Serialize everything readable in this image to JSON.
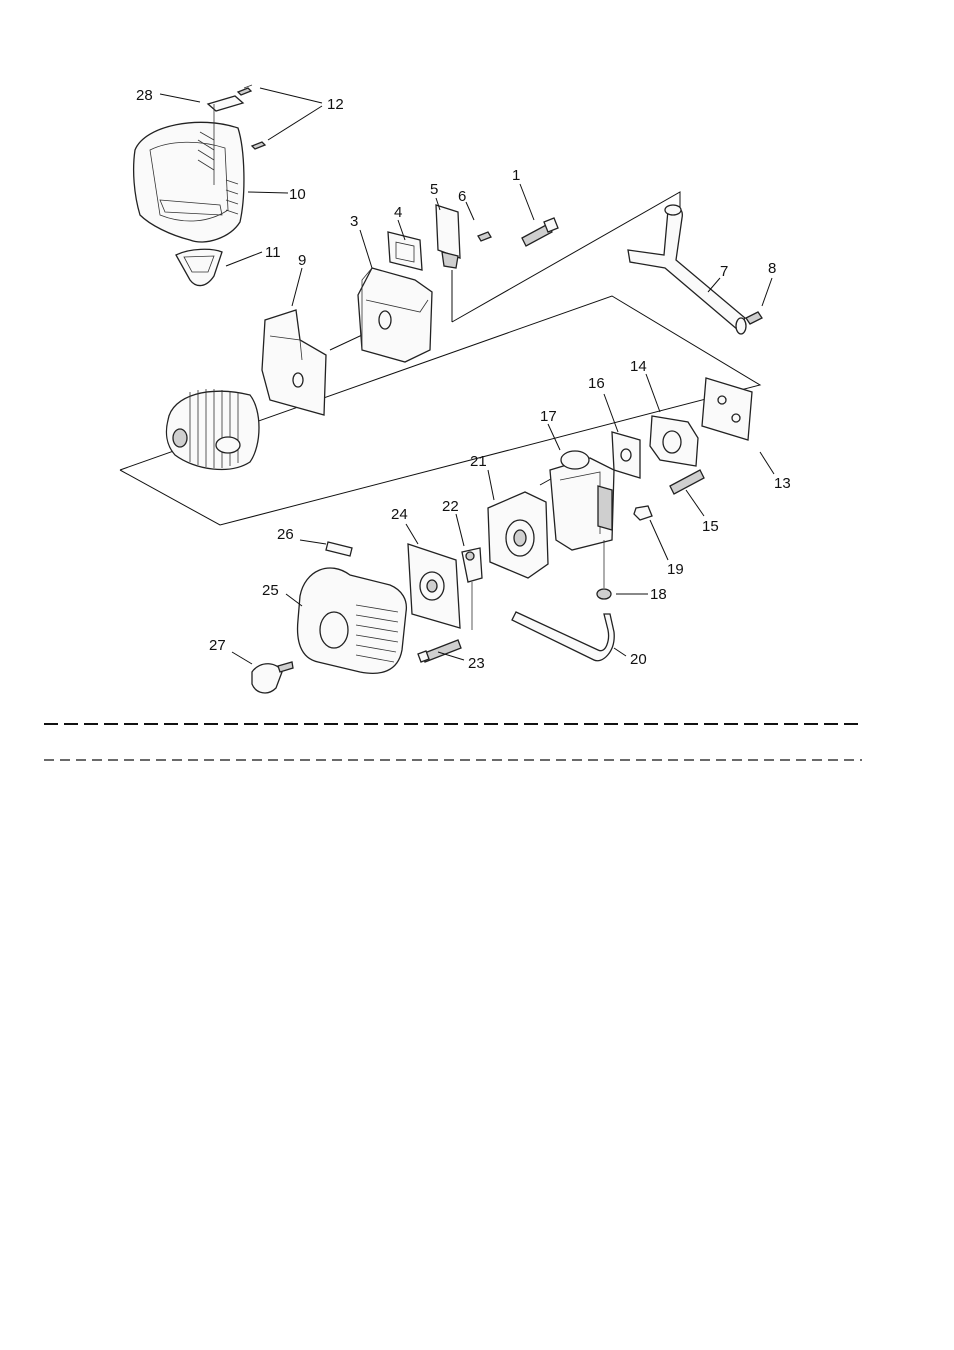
{
  "callouts": {
    "c1": "1",
    "c3": "3",
    "c4": "4",
    "c5": "5",
    "c6": "6",
    "c7": "7",
    "c8": "8",
    "c9": "9",
    "c10": "10",
    "c11": "11",
    "c12": "12",
    "c13": "13",
    "c14": "14",
    "c15": "15",
    "c16": "16",
    "c17": "17",
    "c18": "18",
    "c19": "19",
    "c20": "20",
    "c21": "21",
    "c22": "22",
    "c23": "23",
    "c24": "24",
    "c25": "25",
    "c26": "26",
    "c27": "27",
    "c28": "28"
  }
}
